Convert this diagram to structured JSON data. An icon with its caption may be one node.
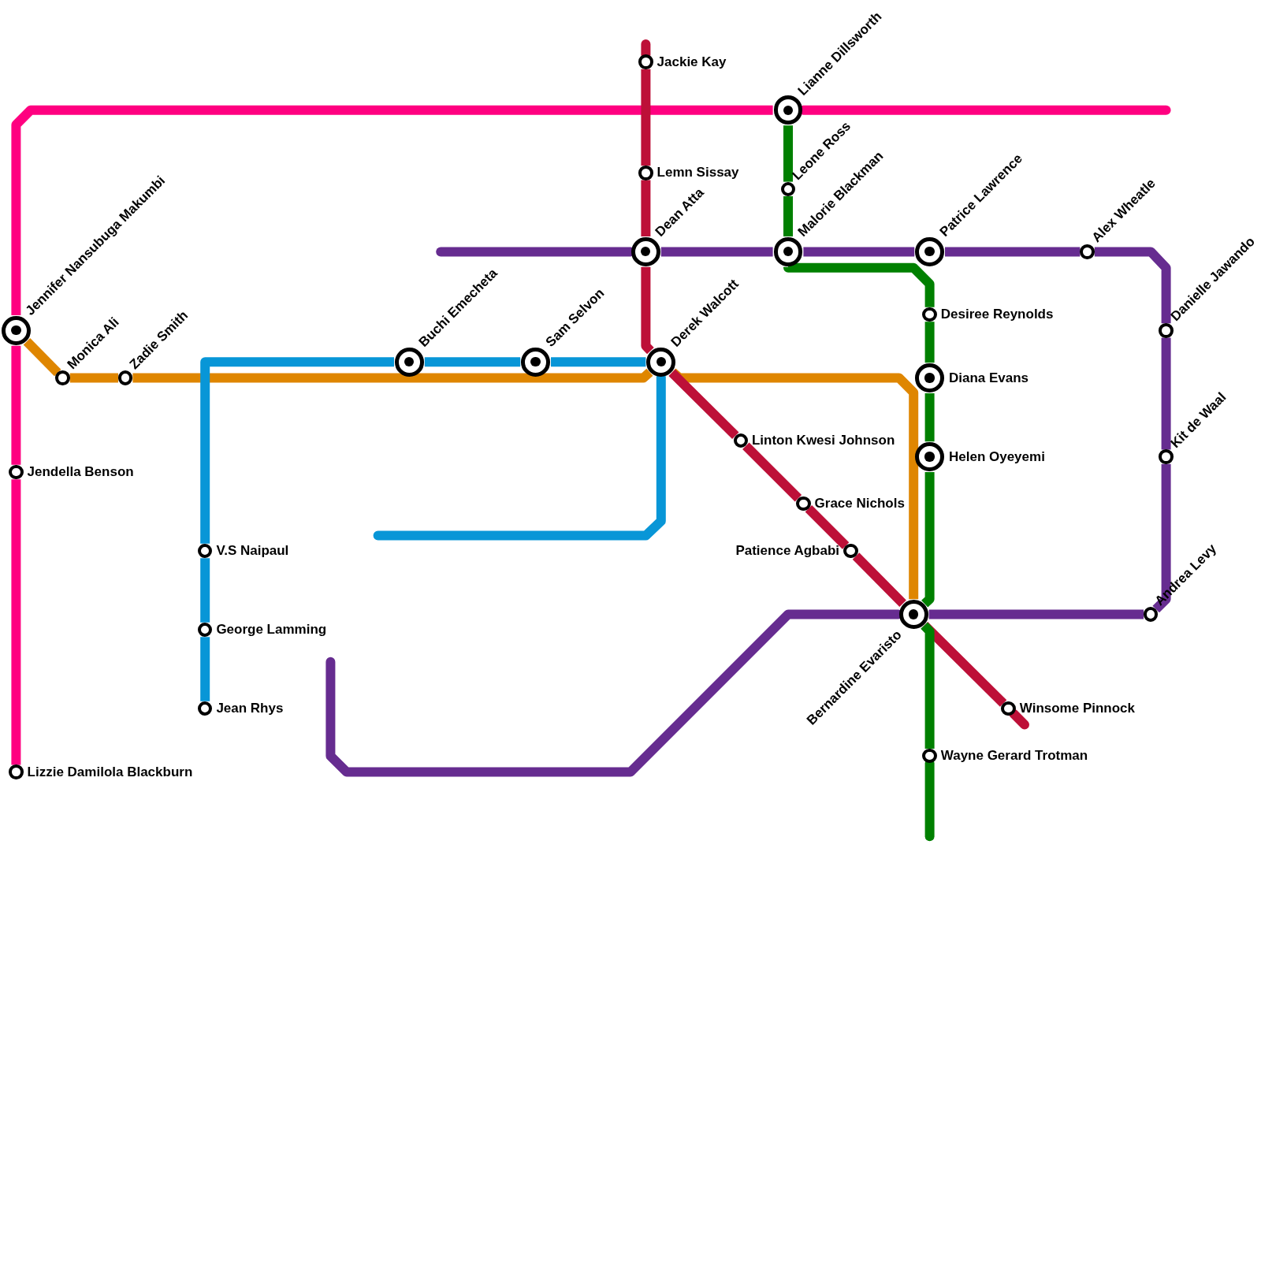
{
  "diagram": {
    "nodes": [
      {
        "text": [
          "Jennifer Nansubuga Makumbi"
        ]
      },
      {
        "text": [
          "Monica Ali"
        ]
      },
      {
        "text": [
          "Zadie Smith"
        ]
      },
      {
        "text": [
          "Jendella Benson"
        ]
      },
      {
        "text": [
          "Lizzie Damilola Blackburn"
        ]
      },
      {
        "text": [
          "Buchi Emecheta"
        ]
      },
      {
        "text": [
          "Sam Selvon"
        ]
      },
      {
        "text": [
          "Derek Walcott"
        ]
      },
      {
        "text": [
          "V.S Naipaul"
        ]
      },
      {
        "text": [
          "George Lamming"
        ]
      },
      {
        "text": [
          "Jean Rhys"
        ]
      },
      {
        "text": [
          "Jackie Kay"
        ]
      },
      {
        "text": [
          "Lemn Sissay"
        ]
      },
      {
        "text": [
          "Dean Atta"
        ]
      },
      {
        "text": [
          "Lianne Dillsworth"
        ]
      },
      {
        "text": [
          "Leone Ross"
        ]
      },
      {
        "text": [
          "Malorie Blackman"
        ]
      },
      {
        "text": [
          "Patrice Lawrence"
        ]
      },
      {
        "text": [
          "Alex Wheatle"
        ]
      },
      {
        "text": [
          "Danielle Jawando"
        ]
      },
      {
        "text": [
          "Kit de Waal"
        ]
      },
      {
        "text": [
          "Andrea Levy"
        ]
      },
      {
        "text": [
          "Desiree Reynolds"
        ]
      },
      {
        "text": [
          "Diana Evans"
        ]
      },
      {
        "text": [
          "Helen Oyeyemi"
        ]
      },
      {
        "text": [
          "Linton Kwesi Johnson"
        ]
      },
      {
        "text": [
          "Grace Nichols"
        ]
      },
      {
        "text": [
          "Patience Agbabi"
        ]
      },
      {
        "text": [
          "Bernardine Evaristo"
        ]
      },
      {
        "text": [
          "Winsome Pinnock"
        ]
      },
      {
        "text": [
          "Wayne Gerard Trotman"
        ]
      }
    ],
    "edges": [
      {
        "from": 14,
        "to": null,
        "arrow": "none",
        "color": "#ff0080"
      },
      {
        "from": 14,
        "to": 0,
        "arrow": "none",
        "color": "#ff0080"
      },
      {
        "from": 0,
        "to": 3,
        "arrow": "none",
        "color": "#ff0080"
      },
      {
        "from": 3,
        "to": 4,
        "arrow": "none",
        "color": "#ff0080"
      },
      {
        "from": 0,
        "to": 1,
        "arrow": "none",
        "color": "#df8600"
      },
      {
        "from": 1,
        "to": 2,
        "arrow": "none",
        "color": "#df8600"
      },
      {
        "from": 2,
        "to": 7,
        "arrow": "none",
        "color": "#df8600"
      },
      {
        "from": 7,
        "to": 28,
        "arrow": "none",
        "color": "#df8600"
      },
      {
        "from": 10,
        "to": 9,
        "arrow": "none",
        "color": "#0896d7"
      },
      {
        "from": 9,
        "to": 8,
        "arrow": "none",
        "color": "#0896d7"
      },
      {
        "from": 8,
        "to": 5,
        "arrow": "none",
        "color": "#0896d7"
      },
      {
        "from": 5,
        "to": 6,
        "arrow": "none",
        "color": "#0896d7"
      },
      {
        "from": 6,
        "to": 7,
        "arrow": "none",
        "color": "#0896d7"
      },
      {
        "from": 7,
        "to": null,
        "arrow": "none",
        "color": "#0896d7"
      },
      {
        "from": null,
        "to": 11,
        "arrow": "none",
        "color": "#bd1038"
      },
      {
        "from": 11,
        "to": 12,
        "arrow": "none",
        "color": "#bd1038"
      },
      {
        "from": 12,
        "to": 13,
        "arrow": "none",
        "color": "#bd1038"
      },
      {
        "from": 13,
        "to": 7,
        "arrow": "none",
        "color": "#bd1038"
      },
      {
        "from": 7,
        "to": 25,
        "arrow": "none",
        "color": "#bd1038"
      },
      {
        "from": 25,
        "to": 26,
        "arrow": "none",
        "color": "#bd1038"
      },
      {
        "from": 26,
        "to": 27,
        "arrow": "none",
        "color": "#bd1038"
      },
      {
        "from": 27,
        "to": 28,
        "arrow": "none",
        "color": "#bd1038"
      },
      {
        "from": 28,
        "to": 29,
        "arrow": "none",
        "color": "#bd1038"
      },
      {
        "from": 29,
        "to": null,
        "arrow": "none",
        "color": "#bd1038"
      },
      {
        "from": 14,
        "to": 15,
        "arrow": "none",
        "color": "#008000"
      },
      {
        "from": 15,
        "to": 16,
        "arrow": "none",
        "color": "#008000"
      },
      {
        "from": 16,
        "to": 22,
        "arrow": "none",
        "color": "#008000"
      },
      {
        "from": 22,
        "to": 23,
        "arrow": "none",
        "color": "#008000"
      },
      {
        "from": 23,
        "to": 24,
        "arrow": "none",
        "color": "#008000"
      },
      {
        "from": 24,
        "to": 28,
        "arrow": "none",
        "color": "#008000"
      },
      {
        "from": 28,
        "to": 30,
        "arrow": "none",
        "color": "#008000"
      },
      {
        "from": 30,
        "to": null,
        "arrow": "none",
        "color": "#008000"
      },
      {
        "from": null,
        "to": 13,
        "arrow": "none",
        "color": "#662c90"
      },
      {
        "from": 13,
        "to": 16,
        "arrow": "none",
        "color": "#662c90"
      },
      {
        "from": 16,
        "to": 17,
        "arrow": "none",
        "color": "#662c90"
      },
      {
        "from": 17,
        "to": 18,
        "arrow": "none",
        "color": "#662c90"
      },
      {
        "from": 18,
        "to": 19,
        "arrow": "none",
        "color": "#662c90"
      },
      {
        "from": 19,
        "to": 20,
        "arrow": "none",
        "color": "#662c90"
      },
      {
        "from": 20,
        "to": 21,
        "arrow": "none",
        "color": "#662c90"
      },
      {
        "from": 21,
        "to": 28,
        "arrow": "none",
        "color": "#662c90"
      },
      {
        "from": 28,
        "to": null,
        "arrow": "none",
        "color": "#662c90"
      }
    ]
  }
}
